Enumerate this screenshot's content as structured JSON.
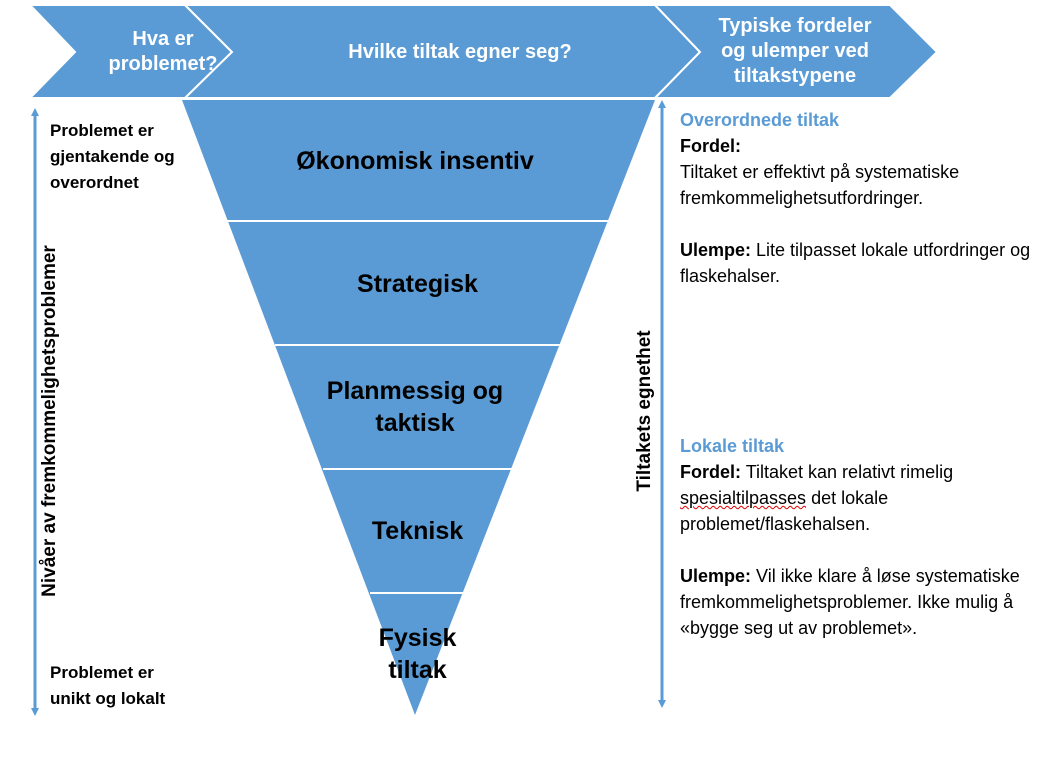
{
  "header": {
    "step1": "Hva er problemet?",
    "step2": "Hvilke tiltak egner seg?",
    "step3": "Typiske fordeler og ulemper ved tiltakstypene"
  },
  "funnel": {
    "levels": [
      "Økonomisk insentiv",
      "Strategisk",
      "Planmessig og taktisk",
      "Teknisk",
      "Fysisk tiltak"
    ]
  },
  "left_axis": {
    "label": "Nivåer av fremkommelighetsproblemer",
    "top": "Problemet er gjentakende og overordnet",
    "bottom": "Problemet er unikt og lokalt"
  },
  "right_axis": {
    "label": "Tiltakets egnethet"
  },
  "overordnede": {
    "title": "Overordnede tiltak",
    "fordel_label": "Fordel:",
    "fordel_text": "Tiltaket er effektivt på systematiske fremkommelighetsutfordringer.",
    "ulempe_label": "Ulempe:",
    "ulempe_text": "Lite tilpasset lokale utfordringer og flaskehalser."
  },
  "lokale": {
    "title": "Lokale tiltak",
    "fordel_label": "Fordel:",
    "fordel_text_1": "Tiltaket kan relativt rimelig",
    "fordel_text_2": "spesialtilpasses",
    "fordel_text_3": "det lokale problemet/flaskehalsen.",
    "ulempe_label": "Ulempe:",
    "ulempe_text": "Vil ikke klare å løse systematiske fremkommelighetsproblemer. Ikke mulig å «bygge seg ut av problemet»."
  },
  "colors": {
    "accent": "#5b9bd5"
  }
}
